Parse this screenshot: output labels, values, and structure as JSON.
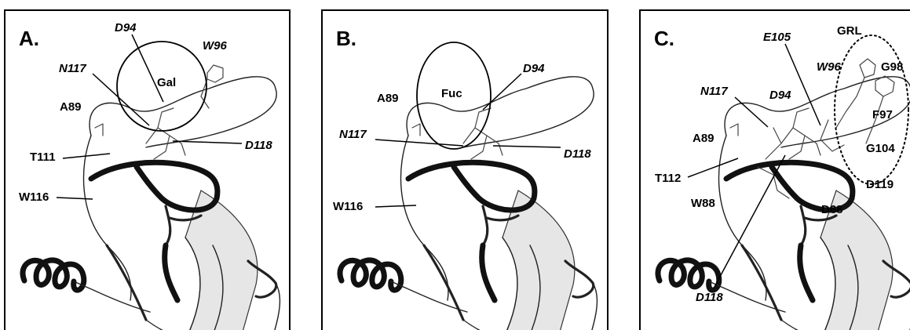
{
  "panels": [
    {
      "letter": "A.",
      "ligand": "Gal",
      "labels": {
        "d94": "D94",
        "w96": "W96",
        "n117": "N117",
        "a89": "A89",
        "d118": "D118",
        "t111": "T111",
        "w116": "W116"
      }
    },
    {
      "letter": "B.",
      "ligand": "Fuc",
      "labels": {
        "d94": "D94",
        "a89": "A89",
        "n117": "N117",
        "d118": "D118",
        "w116": "W116"
      }
    },
    {
      "letter": "C.",
      "site": "GRL",
      "labels": {
        "e105": "E105",
        "w96": "W96",
        "g98": "G98",
        "n117": "N117",
        "d94": "D94",
        "f97": "F97",
        "a89": "A89",
        "g104": "G104",
        "t112": "T112",
        "d119": "D119",
        "w88": "W88",
        "d68": "D68",
        "d118": "D118"
      }
    }
  ]
}
